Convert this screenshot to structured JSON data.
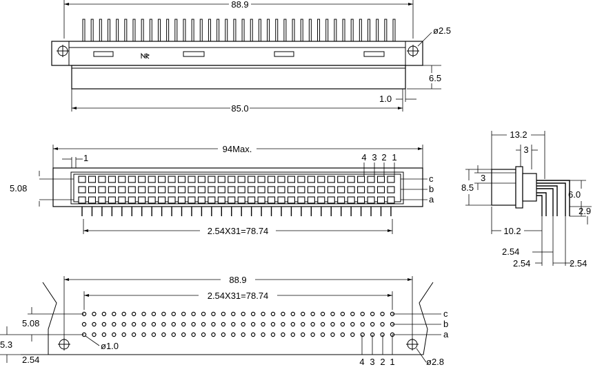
{
  "top_view": {
    "overall_width": "88.9",
    "hole_dia": "ø2.5",
    "body_height": "6.5",
    "offset": "1.0",
    "body_width": "85.0",
    "pin_count_top": 38
  },
  "front_view": {
    "max_width": "94Max.",
    "pin1_marker": "1",
    "row_pitch": "5.08",
    "pitch_span": "2.54X31=78.74",
    "col_labels": [
      "4",
      "3",
      "2",
      "1"
    ],
    "row_labels": [
      "c",
      "b",
      "a"
    ],
    "columns": 32
  },
  "side_view": {
    "depth": "13.2",
    "inner": "3",
    "left_small": "3",
    "height": "8.5",
    "tail": "6.0",
    "tail_offset": "2.9",
    "base": "10.2",
    "pitch_a": "2.54",
    "pitch_b": "2.54",
    "pitch_c": "2.54"
  },
  "bottom_view": {
    "overall_width": "88.9",
    "pitch_span": "2.54X31=78.74",
    "row_pitch": "5.08",
    "hole_offset": "5.3",
    "edge_offset": "2.54",
    "pin_dia": "ø1.0",
    "hole_dia": "ø2.8",
    "col_labels": [
      "4",
      "3",
      "2",
      "1"
    ],
    "row_labels": [
      "c",
      "b",
      "a"
    ],
    "columns": 32
  }
}
